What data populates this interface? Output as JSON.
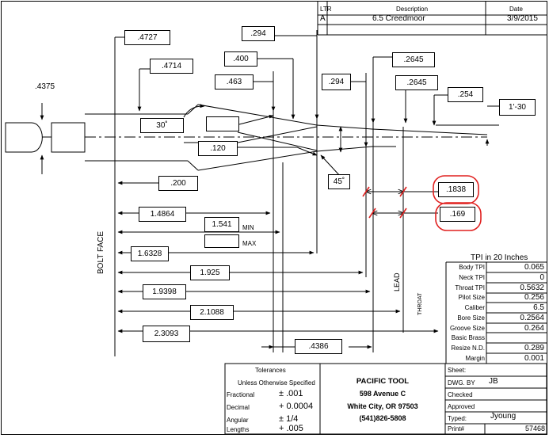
{
  "revision_table": {
    "headers": {
      "ltr": "LTR",
      "description": "Description",
      "date": "Date"
    },
    "row": {
      "ltr": "A",
      "description": "6.5 Creedmoor",
      "date": "3/9/2015"
    }
  },
  "dimensions": {
    "d_4727": ".4727",
    "d_294_top": ".294",
    "d_400": ".400",
    "d_4714": ".4714",
    "d_463": ".463",
    "d_2645_top": ".2645",
    "d_294_mid": ".294",
    "d_2645_mid": ".2645",
    "d_254": ".254",
    "d_taper": "1'-30",
    "d_4375": ".4375",
    "d_30deg": "30˚",
    "d_120": ".120",
    "d_45deg": "45˚",
    "d_200": ".200",
    "d_1838": ".1838",
    "d_169": ".169",
    "d_14864": "1.4864",
    "d_1541": "1.541",
    "min_label": "MIN",
    "max_label": "MAX",
    "d_16328": "1.6328",
    "d_1925": "1.925",
    "d_19398": "1.9398",
    "d_21088": "2.1088",
    "d_23093": "2.3093",
    "d_4386": ".4386"
  },
  "axis_labels": {
    "bolt_face": "BOLT FACE",
    "lead": "LEAD",
    "throat": "THROAT"
  },
  "tpi_table": {
    "title": "TPI in 20 Inches",
    "rows": [
      {
        "label": "Body TPI",
        "value": "0.065"
      },
      {
        "label": "Neck TPI",
        "value": "0"
      },
      {
        "label": "Throat TPI",
        "value": "0.5632"
      },
      {
        "label": "Pilot Size",
        "value": "0.256"
      },
      {
        "label": "Caliber",
        "value": "6.5"
      },
      {
        "label": "Bore Size",
        "value": "0.2564"
      },
      {
        "label": "Groove Size",
        "value": "0.264"
      },
      {
        "label": "Basic Brass",
        "value": ""
      },
      {
        "label": "Resize N.D.",
        "value": "0.289"
      },
      {
        "label": "Margin",
        "value": "0.001"
      }
    ]
  },
  "tolerances": {
    "title": "Tolerances",
    "subtitle": "Unless Otherwise Specified",
    "rows": [
      {
        "label": "Fractional",
        "value": "± .001"
      },
      {
        "label": "Decimal",
        "value": "+ 0.0004"
      },
      {
        "label": "Angular",
        "value": "± 1/4"
      },
      {
        "label": "Lengths",
        "value": "+ .005"
      }
    ]
  },
  "company": {
    "name": "PACIFIC TOOL",
    "address": "598 Avenue C",
    "city": "White City, OR 97503",
    "phone": "(541)826-5808"
  },
  "title_block": {
    "sheet": "Sheet:",
    "dwg_by_label": "DWG. BY",
    "dwg_by_value": "JB",
    "checked": "Checked",
    "approved": "Approved",
    "typed_label": "Typed:",
    "typed_value": "Jyoung",
    "print_label": "Print#",
    "print_value": "57468"
  },
  "colors": {
    "markup": "#e0201f",
    "line": "#000000"
  }
}
